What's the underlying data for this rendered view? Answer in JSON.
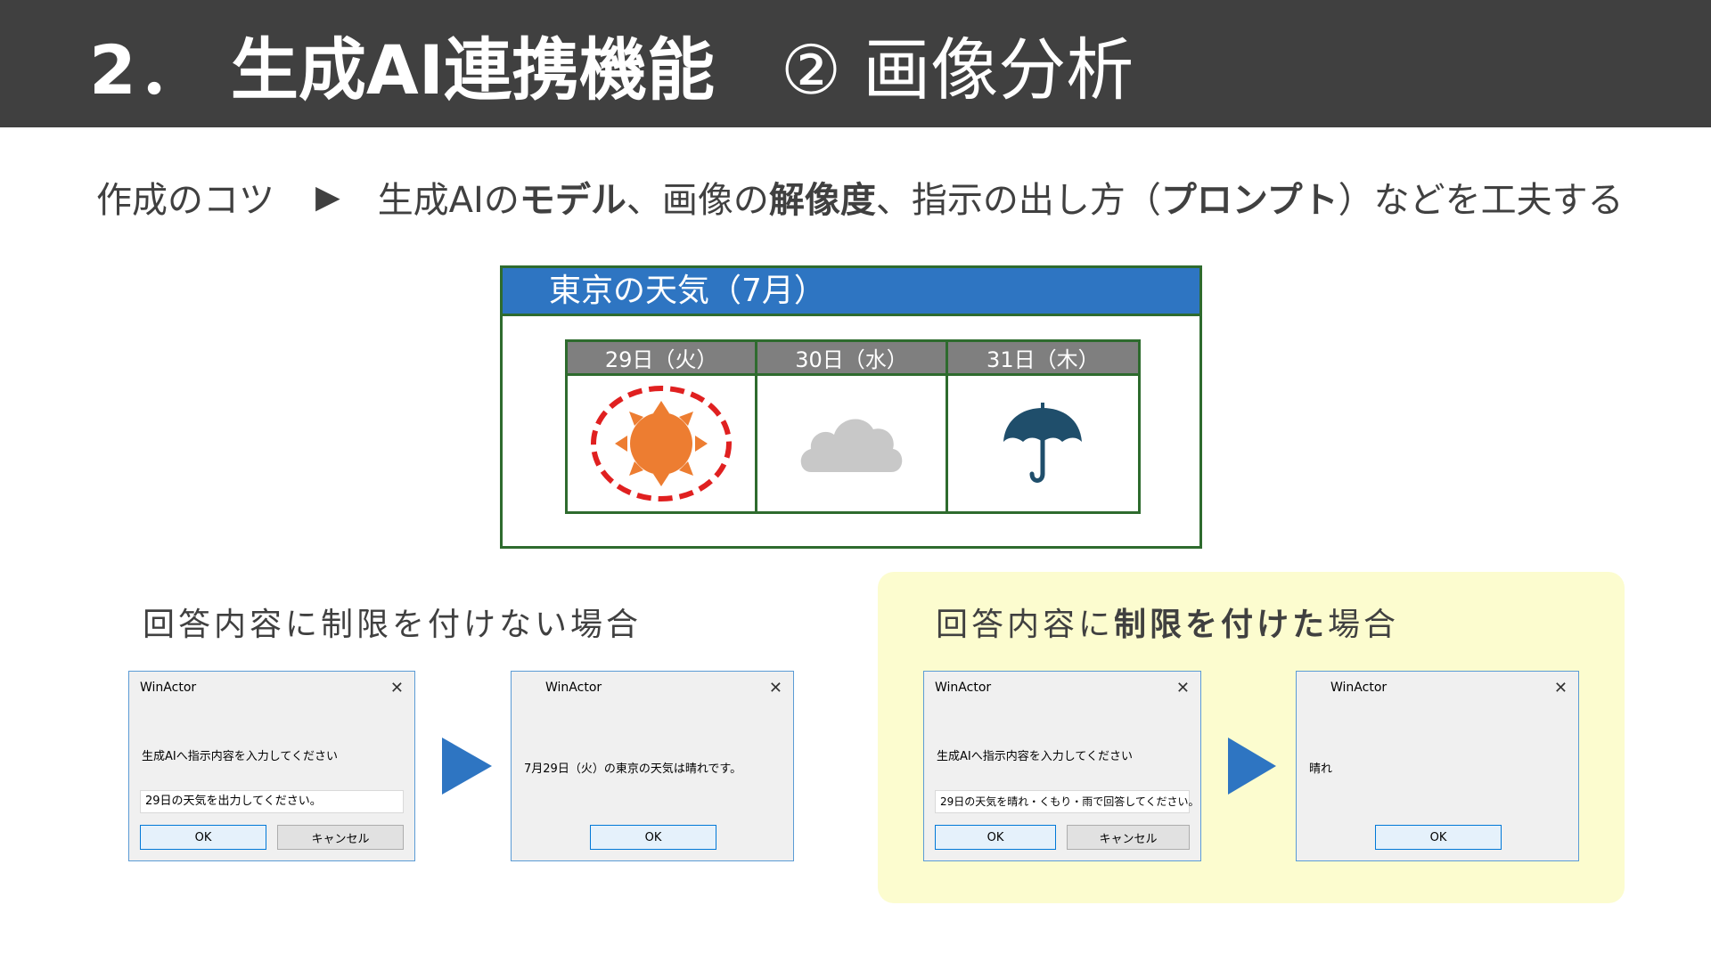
{
  "header": {
    "number": "2．",
    "title": "生成AI連携機能",
    "subtitle": "② 画像分析"
  },
  "tips": {
    "label": "作成のコツ",
    "arrow": "▶",
    "parts": [
      "生成AIの",
      "モデル",
      "、画像の",
      "解像度",
      "、指示の出し方（",
      "プロンプト",
      "）などを工夫する"
    ]
  },
  "weather": {
    "title": "東京の天気（7月）",
    "days": [
      {
        "label": "29日（火）",
        "icon": "sun-icon"
      },
      {
        "label": "30日（水）",
        "icon": "cloud-icon"
      },
      {
        "label": "31日（木）",
        "icon": "umbrella-icon"
      }
    ]
  },
  "colors": {
    "header_bg": "#404040",
    "weather_title_bg": "#2e75c2",
    "border_green": "#2e6b2e",
    "highlight_bg": "#fcfccf",
    "arrow_blue": "#2e75c2",
    "sun_orange": "#ed7d31",
    "circle_red": "#e02020",
    "cloud_gray": "#c8c8c8",
    "umbrella_navy": "#1f4e6b"
  },
  "sections": {
    "unrestricted_label": "回答内容に制限を付けない場合",
    "restricted_label_parts": [
      "回答内容に",
      "制限を付けた",
      "場合"
    ]
  },
  "dialogs": {
    "unrestricted_input": {
      "title": "WinActor",
      "close": "✕",
      "prompt": "生成AIへ指示内容を入力してください",
      "value": "29日の天気を出力してください。",
      "ok": "OK",
      "cancel": "キャンセル"
    },
    "unrestricted_result": {
      "title": "WinActor",
      "close": "✕",
      "message": "7月29日（火）の東京の天気は晴れです。",
      "ok": "OK"
    },
    "restricted_input": {
      "title": "WinActor",
      "close": "✕",
      "prompt": "生成AIへ指示内容を入力してください",
      "value": "29日の天気を晴れ・くもり・雨で回答してください。",
      "ok": "OK",
      "cancel": "キャンセル"
    },
    "restricted_result": {
      "title": "WinActor",
      "close": "✕",
      "message": "晴れ",
      "ok": "OK"
    }
  }
}
